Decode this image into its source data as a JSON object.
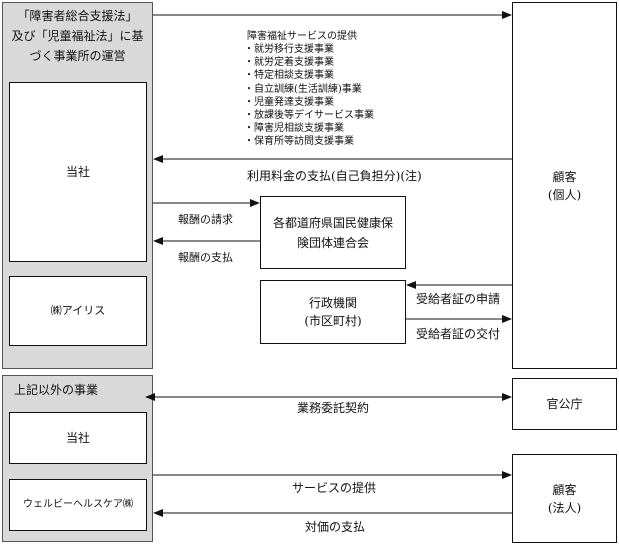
{
  "section1": {
    "header_lines": [
      "「障害者総合支援法」",
      "及び「児童福祉法」に基",
      "づく事業所の運営"
    ],
    "company1": "当社",
    "company2": "㈱アイリス"
  },
  "section2": {
    "header": "上記以外の事業",
    "company1": "当社",
    "company2": "ウェルビーヘルスケア㈱"
  },
  "welfare_services": {
    "title": "障害福祉サービスの提供",
    "items": [
      "・就労移行支援事業",
      "・就労定着支援事業",
      "・特定相談支援事業",
      "・自立訓練(生活訓練)事業",
      "・児童発達支援事業",
      "・放課後等デイサービス事業",
      "・障害児相談支援事業",
      "・保育所等訪問支援事業"
    ]
  },
  "labels": {
    "usage_fee": "利用料金の支払(自己負担分)(注)",
    "reward_request": "報酬の請求",
    "reward_payment": "報酬の支払",
    "certificate_apply": "受給者証の申請",
    "certificate_issue": "受給者証の交付",
    "outsourcing_contract": "業務委託契約",
    "service_provision": "サービスの提供",
    "payment": "対価の支払"
  },
  "boxes": {
    "federation": [
      "各都道府県国民健康保",
      "険団体連合会"
    ],
    "admin": [
      "行政機関",
      "(市区町村)"
    ],
    "customer_individual": [
      "顧客",
      "(個人)"
    ],
    "government_office": "官公庁",
    "customer_corporate": [
      "顧客",
      "(法人)"
    ]
  }
}
